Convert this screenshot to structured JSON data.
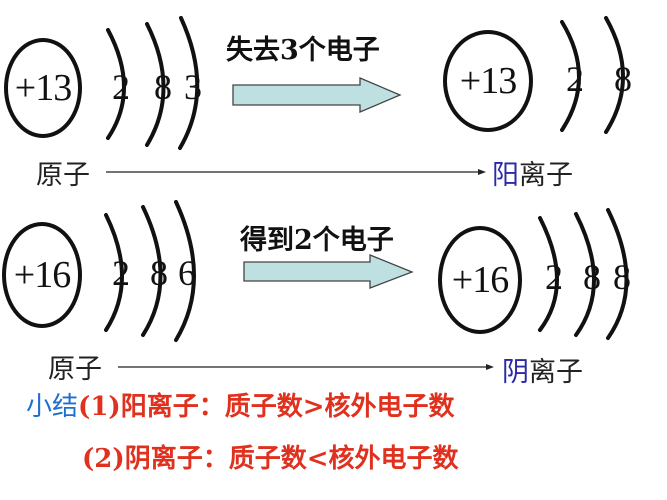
{
  "reaction1": {
    "atom_nucleus": "+13",
    "atom_shells": [
      "2",
      "8",
      "3"
    ],
    "process": "失去3个电子",
    "ion_nucleus": "+13",
    "ion_shells": [
      "2",
      "8"
    ],
    "left_label": "原子",
    "right_label_prefix": "阳",
    "right_label_suffix": "离子"
  },
  "reaction2": {
    "atom_nucleus": "+16",
    "atom_shells": [
      "2",
      "8",
      "6"
    ],
    "process": "得到2个电子",
    "ion_nucleus": "+16",
    "ion_shells": [
      "2",
      "8",
      "8"
    ],
    "left_label": "原子",
    "right_label_prefix": "阴",
    "right_label_suffix": "离子"
  },
  "summary": {
    "lead": "小结",
    "line1": "(1)阳离子：质子数>核外电子数",
    "line2": "(2)阴离子：质子数<核外电子数"
  },
  "colors": {
    "arrow_fill": "#bfe0e0",
    "ion_prefix": "#2a2aa8",
    "summary_lead": "#1f6fd0",
    "summary_text": "#e0301e"
  }
}
